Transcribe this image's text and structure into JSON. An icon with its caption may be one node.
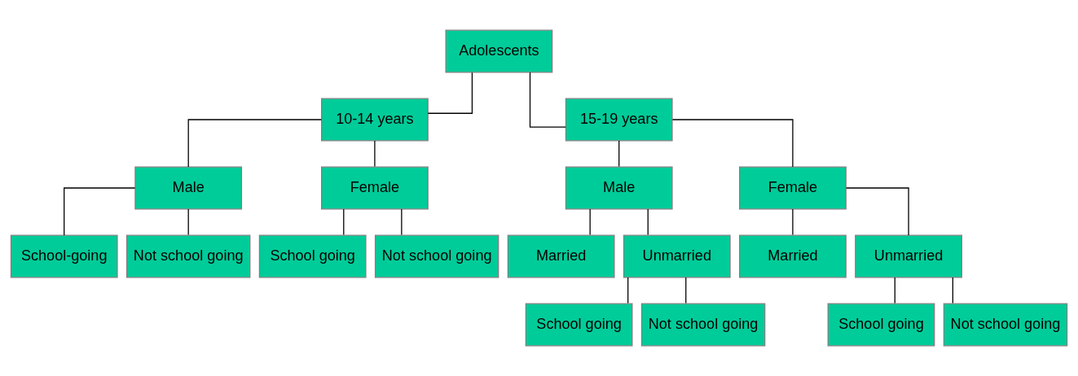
{
  "diagram": {
    "nodes": [
      {
        "text": [
          "Adolescents"
        ]
      },
      {
        "text": [
          "10-14 years"
        ]
      },
      {
        "text": [
          "15-19 years"
        ]
      },
      {
        "text": [
          "Male"
        ]
      },
      {
        "text": [
          "Female"
        ]
      },
      {
        "text": [
          "Male"
        ]
      },
      {
        "text": [
          "Female"
        ]
      },
      {
        "text": [
          "School-going"
        ]
      },
      {
        "text": [
          "Not school going"
        ]
      },
      {
        "text": [
          "School going"
        ]
      },
      {
        "text": [
          "Not school going"
        ]
      },
      {
        "text": [
          "Married"
        ]
      },
      {
        "text": [
          "Unmarried"
        ]
      },
      {
        "text": [
          "Married"
        ]
      },
      {
        "text": [
          "Unmarried"
        ]
      },
      {
        "text": [
          "School going"
        ]
      },
      {
        "text": [
          "Not school going"
        ]
      },
      {
        "text": [
          "School going"
        ]
      },
      {
        "text": [
          "Not school going"
        ]
      }
    ],
    "edges": [
      {
        "from": 0,
        "to": 1,
        "arrow": "none"
      },
      {
        "from": 0,
        "to": 2,
        "arrow": "none"
      },
      {
        "from": 1,
        "to": 3,
        "arrow": "none"
      },
      {
        "from": 1,
        "to": 4,
        "arrow": "none"
      },
      {
        "from": 2,
        "to": 5,
        "arrow": "none"
      },
      {
        "from": 2,
        "to": 6,
        "arrow": "none"
      },
      {
        "from": 3,
        "to": 7,
        "arrow": "none"
      },
      {
        "from": 3,
        "to": 8,
        "arrow": "none"
      },
      {
        "from": 4,
        "to": 9,
        "arrow": "none"
      },
      {
        "from": 4,
        "to": 10,
        "arrow": "none"
      },
      {
        "from": 5,
        "to": 11,
        "arrow": "none"
      },
      {
        "from": 5,
        "to": 12,
        "arrow": "none"
      },
      {
        "from": 6,
        "to": 13,
        "arrow": "none"
      },
      {
        "from": 6,
        "to": 14,
        "arrow": "none"
      },
      {
        "from": 12,
        "to": 15,
        "arrow": "none"
      },
      {
        "from": 12,
        "to": 16,
        "arrow": "none"
      },
      {
        "from": 14,
        "to": 17,
        "arrow": "none"
      },
      {
        "from": 14,
        "to": 18,
        "arrow": "none"
      }
    ]
  }
}
